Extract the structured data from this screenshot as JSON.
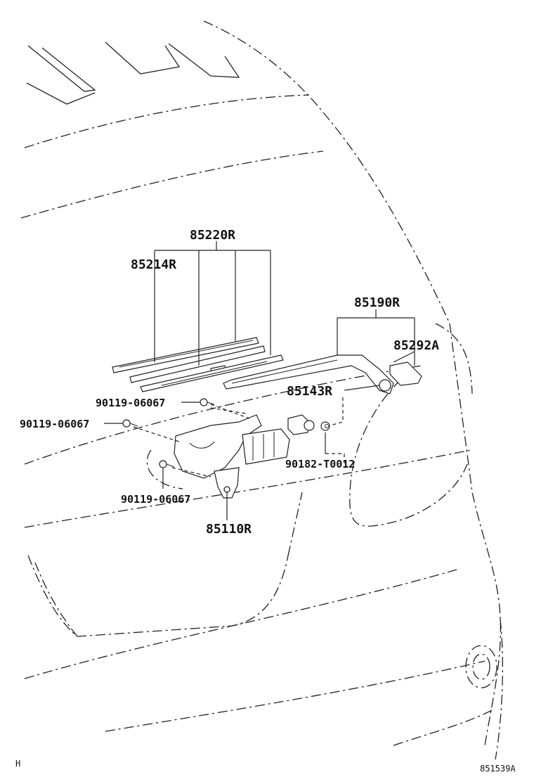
{
  "labels": {
    "blade_assembly": "85220R",
    "blade_rubber": "85214R",
    "arm_assembly": "85190R",
    "arm_cap": "85292A",
    "pivot_nut_cap": "85143R",
    "screw_top": "90119-06067",
    "screw_left": "90119-06067",
    "screw_bottom": "90119-06067",
    "grommet": "90182-T0012",
    "motor_assembly": "85110R"
  },
  "corner_code": "H",
  "diagram_number": "851539A"
}
